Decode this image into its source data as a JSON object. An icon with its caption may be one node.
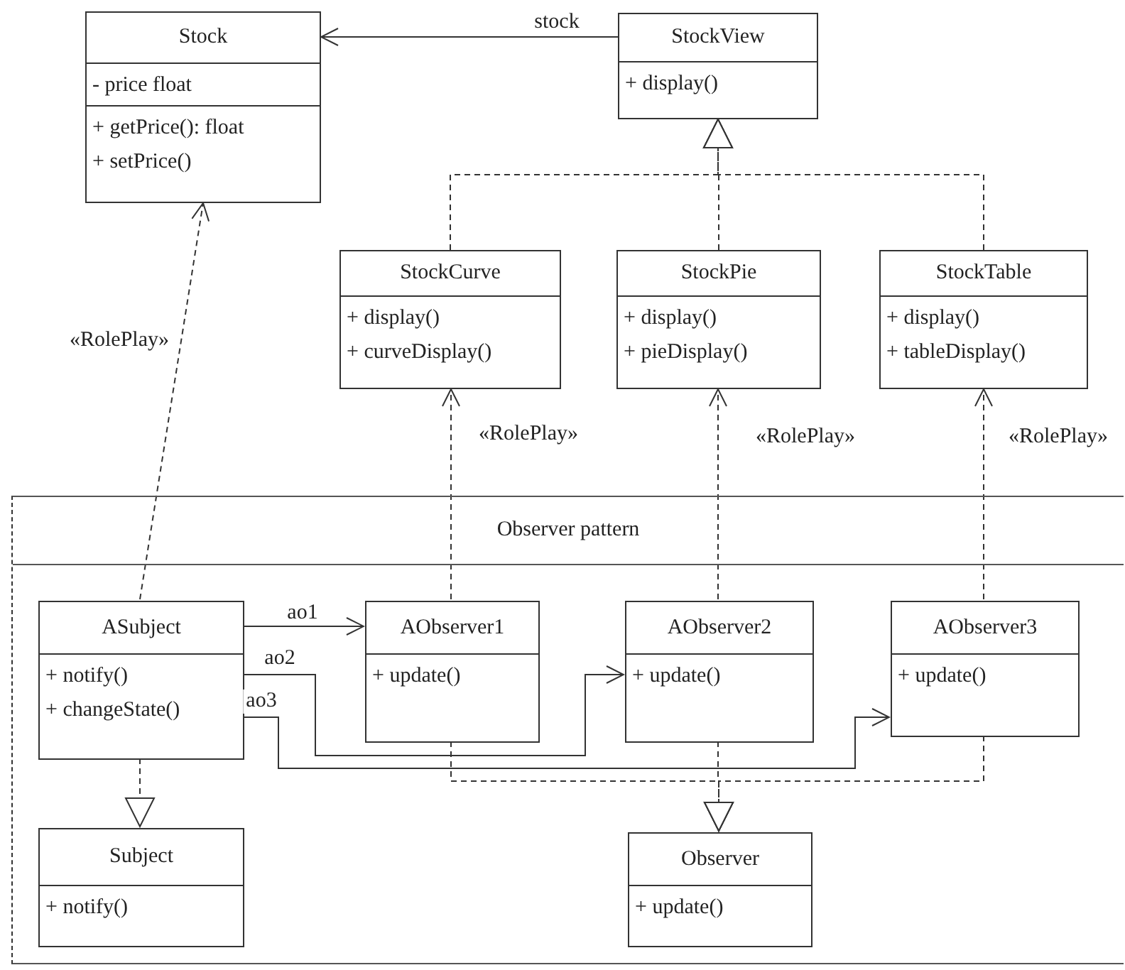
{
  "diagram": {
    "nodes": [
      {
        "text": [
          "Stock",
          "- price float",
          "+ getPrice(): float",
          "+ setPrice()"
        ]
      },
      {
        "text": [
          "StockView",
          "+ display()"
        ]
      },
      {
        "text": [
          "StockCurve",
          "+ display()",
          "+ curveDisplay()"
        ]
      },
      {
        "text": [
          "StockPie",
          "+ display()",
          "+ pieDisplay()"
        ]
      },
      {
        "text": [
          "StockTable",
          "+ display()",
          "+ tableDisplay()"
        ]
      },
      {
        "text": [
          "Observer pattern"
        ]
      },
      {
        "text": [
          "ASubject",
          "+ notify()",
          "+ changeState()"
        ],
        "in": 5
      },
      {
        "text": [
          "AObserver1",
          "+ update()"
        ],
        "in": 5
      },
      {
        "text": [
          "AObserver2",
          "+ update()"
        ],
        "in": 5
      },
      {
        "text": [
          "AObserver3",
          "+ update()"
        ],
        "in": 5
      },
      {
        "text": [
          "Subject",
          "+ notify()"
        ],
        "in": 5
      },
      {
        "text": [
          "Observer",
          "+ update()"
        ],
        "in": 5
      }
    ],
    "edges": [
      {
        "from": 1,
        "to": 0,
        "arrow": "to",
        "label": "stock"
      },
      {
        "from": 2,
        "to": 1,
        "arrow": "to",
        "style": "dashed"
      },
      {
        "from": 3,
        "to": 1,
        "arrow": "to",
        "style": "dashed"
      },
      {
        "from": 4,
        "to": 1,
        "arrow": "to",
        "style": "dashed"
      },
      {
        "from": 6,
        "to": 0,
        "arrow": "to",
        "style": "dashed",
        "label": "«RolePlay»"
      },
      {
        "from": 7,
        "to": 2,
        "arrow": "to",
        "style": "dashed",
        "label": "«RolePlay»"
      },
      {
        "from": 8,
        "to": 3,
        "arrow": "to",
        "style": "dashed",
        "label": "«RolePlay»"
      },
      {
        "from": 9,
        "to": 4,
        "arrow": "to",
        "style": "dashed",
        "label": "«RolePlay»"
      },
      {
        "from": 6,
        "to": 7,
        "arrow": "to",
        "label": "ao1"
      },
      {
        "from": 6,
        "to": 8,
        "arrow": "to",
        "label": "ao2"
      },
      {
        "from": 6,
        "to": 9,
        "arrow": "to",
        "label": "ao3"
      },
      {
        "from": 6,
        "to": 10,
        "arrow": "to",
        "style": "dashed"
      },
      {
        "from": 7,
        "to": 11,
        "arrow": "to",
        "style": "dashed"
      },
      {
        "from": 8,
        "to": 11,
        "arrow": "to",
        "style": "dashed"
      },
      {
        "from": 9,
        "to": 11,
        "arrow": "to",
        "style": "dashed"
      }
    ]
  }
}
